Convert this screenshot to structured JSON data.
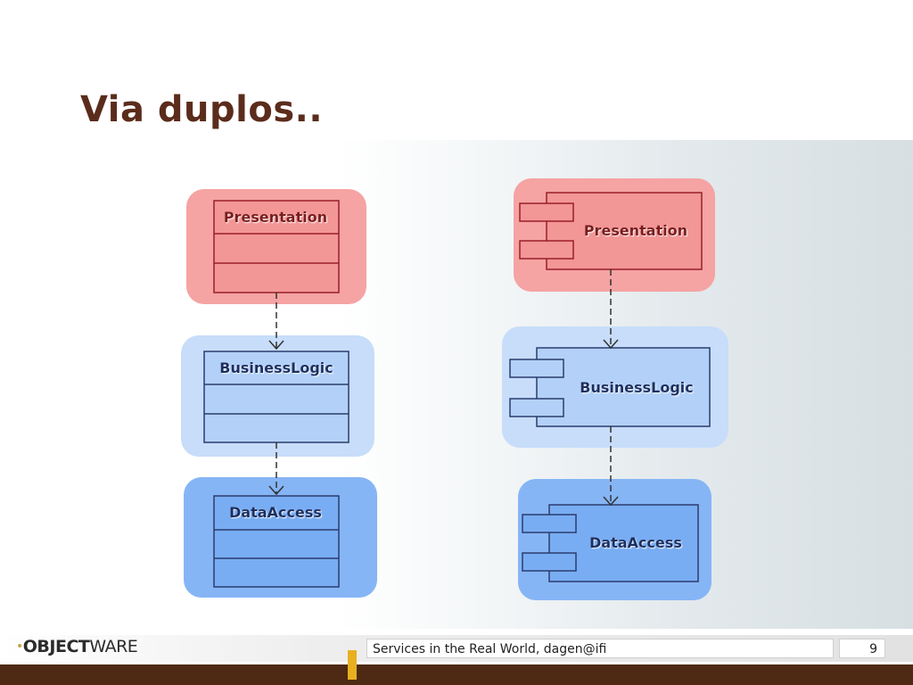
{
  "slide": {
    "title": "Via duplos..",
    "footer_text": "Services in the Real World, dagen@ifi",
    "page_number": "9"
  },
  "logo": {
    "part1": "OBJECT",
    "part2": "WARE"
  },
  "class_diagram": {
    "boxes": [
      {
        "name": "Presentation",
        "layer": "presentation"
      },
      {
        "name": "BusinessLogic",
        "layer": "business"
      },
      {
        "name": "DataAccess",
        "layer": "data"
      }
    ]
  },
  "component_diagram": {
    "boxes": [
      {
        "name": "Presentation",
        "layer": "presentation"
      },
      {
        "name": "BusinessLogic",
        "layer": "business"
      },
      {
        "name": "DataAccess",
        "layer": "data"
      }
    ]
  },
  "colors": {
    "title": "#5b2c1c",
    "presentation_fill": "#f5a3a3",
    "presentation_inner": "#f29696",
    "presentation_stroke": "#9a1f2a",
    "presentation_text": "#7a1a1f",
    "business_fill": "#c7ddfa",
    "business_inner": "#b3d1f8",
    "data_fill": "#86b5f5",
    "data_inner": "#79adf3",
    "blue_stroke": "#2b3d6e",
    "blue_text": "#1e2f5e",
    "connector": "#333333",
    "footer_bar": "#4e2a14",
    "accent": "#e8b020"
  }
}
